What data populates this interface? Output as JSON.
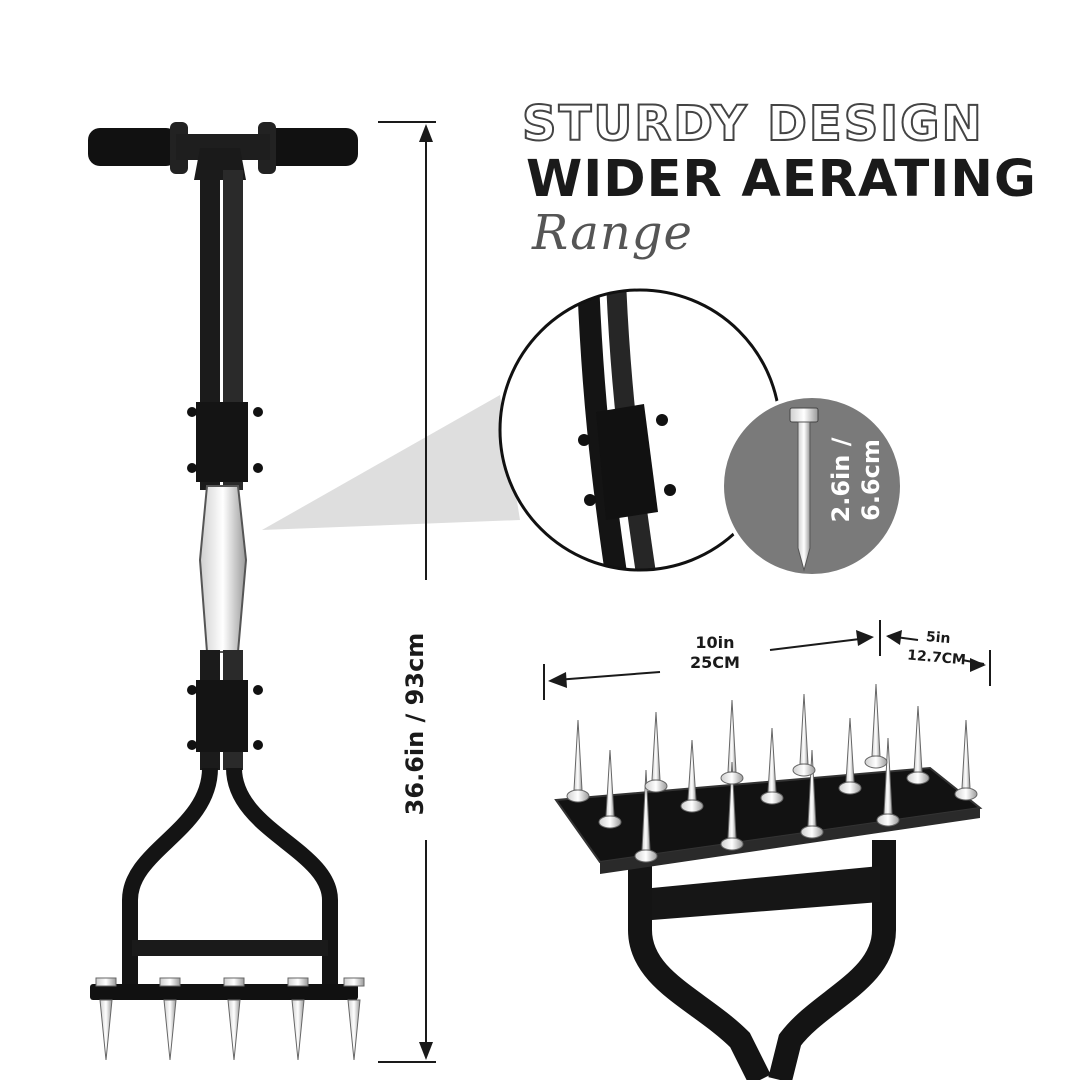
{
  "headline": {
    "line1": "STURDY DESIGN",
    "line2": "WIDER AERATING",
    "line3": "Range"
  },
  "dimensions": {
    "height": "36.6in / 93cm",
    "width_in": "10in",
    "width_cm": "25CM",
    "depth_in": "5in",
    "depth_cm": "12.7CM",
    "spike_in": "2.6in /",
    "spike_cm": "6.6cm"
  },
  "colors": {
    "tool": "#111111",
    "detail_circle": "#7a7a7a",
    "magnify_cone": "#d9d9d9"
  }
}
